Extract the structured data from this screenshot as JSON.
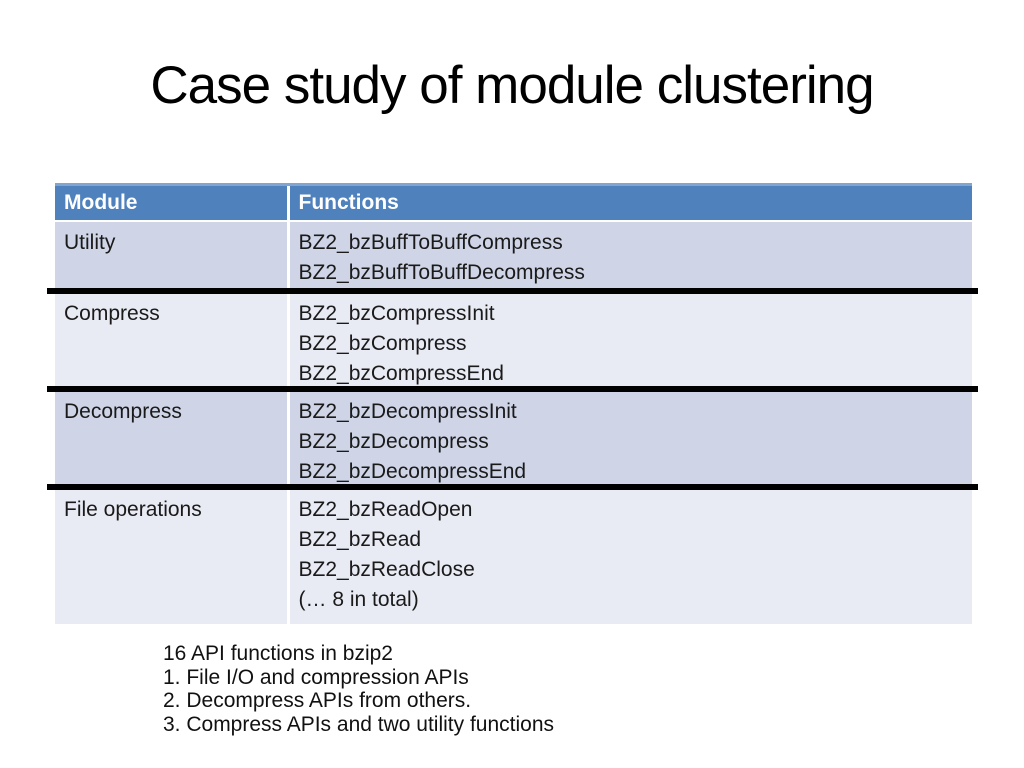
{
  "slide": {
    "title": "Case study of module clustering",
    "colors": {
      "header_bg": "#4f81bd",
      "header_top_strip": "#7fa5d0",
      "header_text": "#ffffff",
      "band_dark": "#cfd5e7",
      "band_light": "#e9ebf4",
      "divider_black": "#000000",
      "body_text": "#1a1a1a"
    },
    "table": {
      "columns": [
        "Module",
        "Functions"
      ],
      "rows": [
        {
          "module": "Utility",
          "functions": [
            "BZ2_bzBuffToBuffCompress",
            "BZ2_bzBuffToBuffDecompress"
          ],
          "band": "dark",
          "divider_after": true
        },
        {
          "module": "Compress",
          "functions": [
            "BZ2_bzCompressInit",
            "BZ2_bzCompress",
            "BZ2_bzCompressEnd"
          ],
          "band": "light",
          "divider_after": true
        },
        {
          "module": "Decompress",
          "functions": [
            "BZ2_bzDecompressInit",
            "BZ2_bzDecompress",
            "BZ2_bzDecompressEnd"
          ],
          "band": "dark",
          "divider_after": true
        },
        {
          "module": "File operations",
          "functions": [
            "BZ2_bzReadOpen",
            "BZ2_bzRead",
            "BZ2_bzReadClose",
            "(… 8 in total)"
          ],
          "band": "light",
          "divider_after": false
        }
      ]
    },
    "notes": [
      "16 API functions in bzip2",
      "1. File I/O and compression APIs",
      "2. Decompress APIs from others.",
      "3. Compress APIs and two utility functions"
    ]
  }
}
